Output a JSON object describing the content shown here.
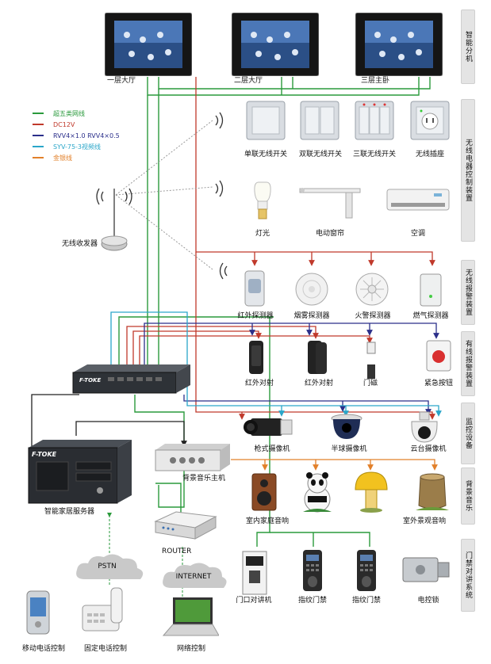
{
  "panels": [
    {
      "label": "一层大厅"
    },
    {
      "label": "二层大厅"
    },
    {
      "label": "三层主卧"
    }
  ],
  "sections": [
    {
      "label": "智能分机"
    },
    {
      "label": "无线电器控制装置"
    },
    {
      "label": "无线报警装置"
    },
    {
      "label": "有线报警装置"
    },
    {
      "label": "监控设备"
    },
    {
      "label": "背景音乐"
    },
    {
      "label": "门禁对讲系统"
    }
  ],
  "legend": [
    {
      "label": "超五类网线",
      "color": "#2a9a3c"
    },
    {
      "label": "DC12V",
      "color": "#c0392b"
    },
    {
      "label": "RVV4×1.0  RVV4×0.5",
      "color": "#2b2f8a"
    },
    {
      "label": "SYV-75-3视频线",
      "color": "#2aa6c9"
    },
    {
      "label": "金银线",
      "color": "#e2802a"
    }
  ],
  "wireless_switches": [
    {
      "label": "单联无线开关"
    },
    {
      "label": "双联无线开关"
    },
    {
      "label": "三联无线开关"
    },
    {
      "label": "无线插座"
    }
  ],
  "appliances": [
    {
      "label": "灯光"
    },
    {
      "label": "电动窗帘"
    },
    {
      "label": "空调"
    }
  ],
  "transceiver": {
    "label": "无线收发器"
  },
  "wireless_alarms": [
    {
      "label": "红外探测器"
    },
    {
      "label": "烟雾探测器"
    },
    {
      "label": "火警探测器"
    },
    {
      "label": "燃气探测器"
    }
  ],
  "wired_alarms": [
    {
      "label": "红外对射"
    },
    {
      "label": "红外对射"
    },
    {
      "label": "门磁"
    },
    {
      "label": "紧急按钮"
    }
  ],
  "cameras": [
    {
      "label": "枪式摄像机"
    },
    {
      "label": "半球摄像机"
    },
    {
      "label": "云台摄像机"
    }
  ],
  "rack_brand": "F-TOKE",
  "server": {
    "label": "智能家居服务器",
    "brand": "F-TOKE"
  },
  "music_host": {
    "label": "背景音乐主机"
  },
  "speakers": [
    {
      "label": "室内家庭音响"
    },
    {
      "label": "室外景观音响"
    }
  ],
  "router": {
    "label": "ROUTER"
  },
  "pstn": {
    "label": "PSTN"
  },
  "internet": {
    "label": "INTERNET"
  },
  "access": [
    {
      "label": "门口对讲机"
    },
    {
      "label": "指纹门禁"
    },
    {
      "label": "指纹门禁"
    },
    {
      "label": "电控锁"
    }
  ],
  "remote": [
    {
      "label": "移动电话控制"
    },
    {
      "label": "固定电话控制"
    },
    {
      "label": "网络控制"
    }
  ]
}
